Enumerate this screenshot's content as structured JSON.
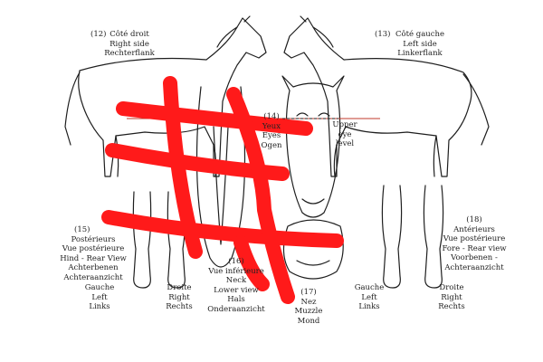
{
  "colors": {
    "ink": "#1e1e1e",
    "marker": "#ff1a1a",
    "eye_line": "#c0392b"
  },
  "labels": {
    "right_side": {
      "num": "(12)",
      "lines": [
        "Côté droit",
        "Right side",
        "Rechterflank"
      ]
    },
    "left_side": {
      "num": "(13)",
      "lines": [
        "Côté gauche",
        "Left side",
        "Linkerflank"
      ]
    },
    "eyes": {
      "num": "(14)",
      "lines": [
        "Yeux",
        "Eyes",
        "Ogen"
      ]
    },
    "eye_level": {
      "lines": [
        "Upper",
        "eye",
        "level"
      ]
    },
    "hind_view": {
      "num": "(15)",
      "lines": [
        "Postérieurs",
        "Vue postérieure",
        "Hind - Rear View",
        "Achterbenen",
        "Achteraanzicht"
      ]
    },
    "neck_view": {
      "num": "(16)",
      "lines": [
        "Vue inférieure",
        "Neck",
        "Lower view",
        "Hals",
        "Onderaanzicht"
      ]
    },
    "muzzle": {
      "num": "(17)",
      "lines": [
        "Nez",
        "Muzzle",
        "Mond"
      ]
    },
    "fore_view": {
      "num": "(18)",
      "lines": [
        "Antérieurs",
        "Vue postérieure",
        "Fore - Rear view",
        "Voorbenen -",
        "Achteraanzicht"
      ]
    },
    "hind_left": {
      "lines": [
        "Gauche",
        "Left",
        "Links"
      ]
    },
    "hind_right": {
      "lines": [
        "Droite",
        "Right",
        "Rechts"
      ]
    },
    "fore_left": {
      "lines": [
        "Gauche",
        "Left",
        "Links"
      ]
    },
    "fore_right": {
      "lines": [
        "Droite",
        "Right",
        "Rechts"
      ]
    }
  }
}
